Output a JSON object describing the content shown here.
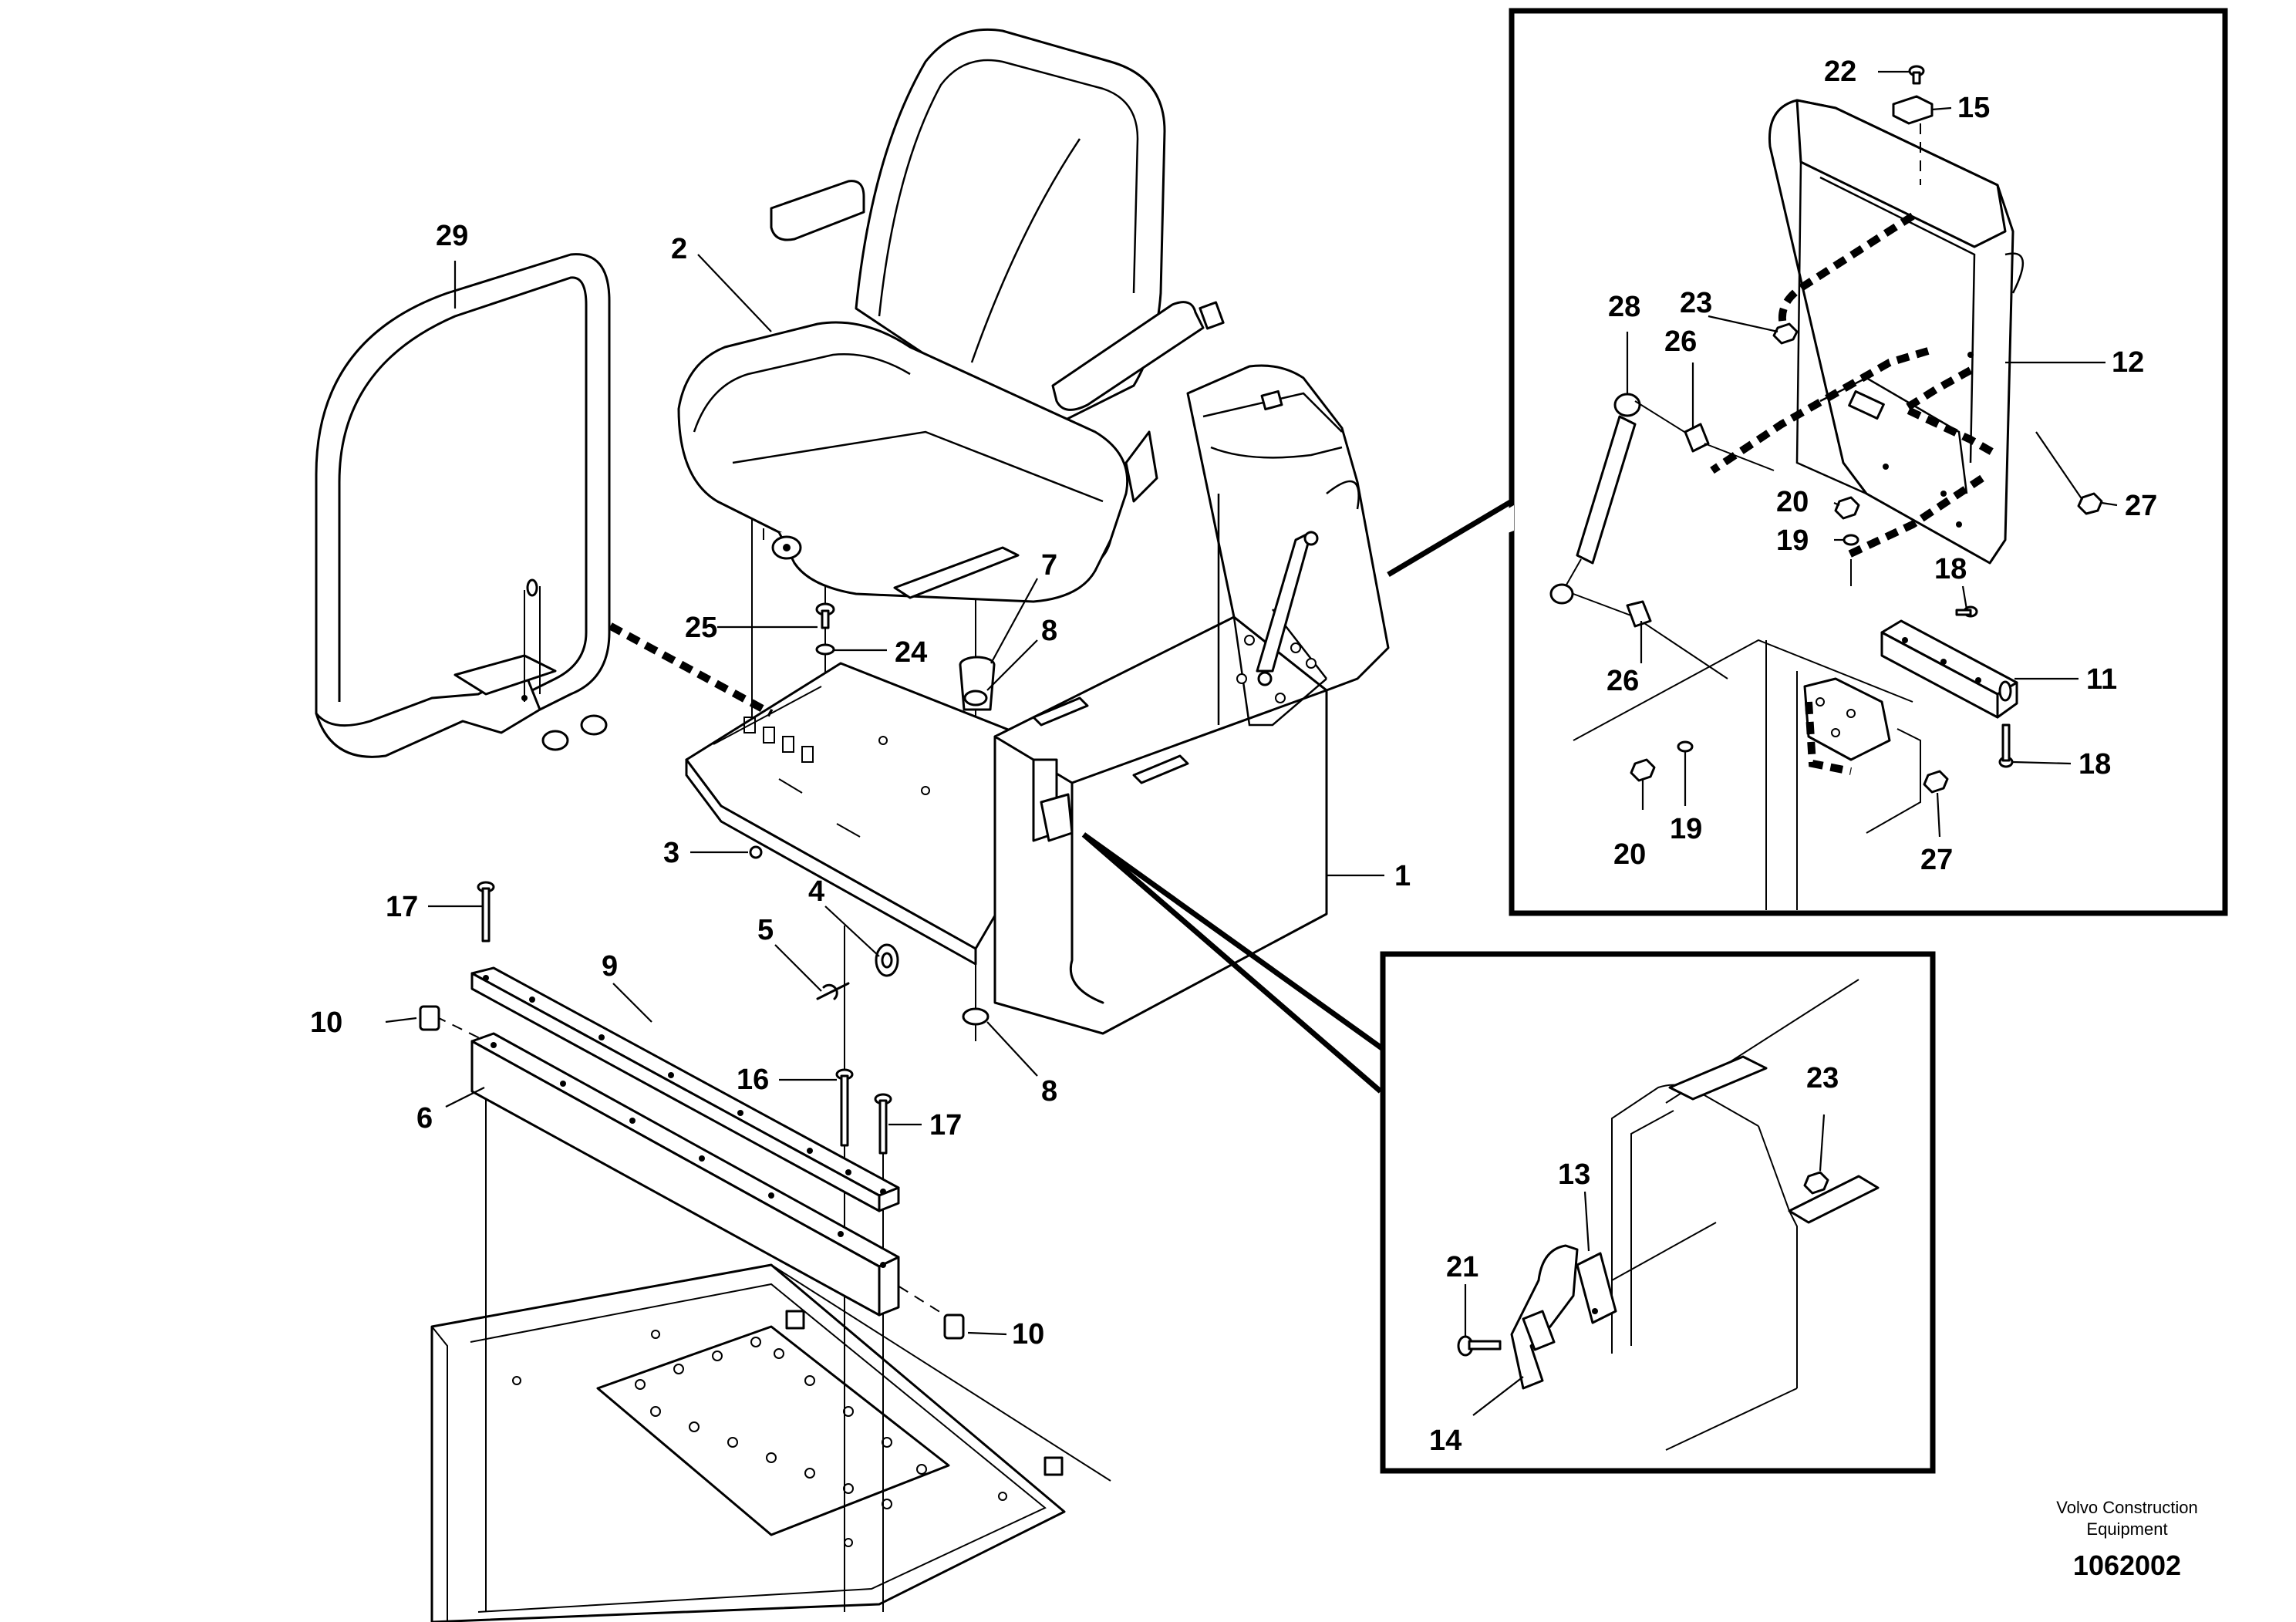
{
  "callouts": {
    "c1": "1",
    "c2": "2",
    "c3": "3",
    "c4": "4",
    "c5": "5",
    "c6": "6",
    "c7": "7",
    "c8a": "8",
    "c8b": "8",
    "c9": "9",
    "c10a": "10",
    "c10b": "10",
    "c11": "11",
    "c12": "12",
    "c13": "13",
    "c14": "14",
    "c15": "15",
    "c16": "16",
    "c17a": "17",
    "c17b": "17",
    "c18a": "18",
    "c18b": "18",
    "c19a": "19",
    "c19b": "19",
    "c20a": "20",
    "c20b": "20",
    "c21": "21",
    "c22": "22",
    "c23a": "23",
    "c23b": "23",
    "c24": "24",
    "c25": "25",
    "c26a": "26",
    "c26b": "26",
    "c27a": "27",
    "c27b": "27",
    "c28": "28",
    "c29": "29"
  },
  "footer": {
    "brand_line1": "Volvo Construction",
    "brand_line2": "Equipment",
    "doc_number": "1062002"
  }
}
